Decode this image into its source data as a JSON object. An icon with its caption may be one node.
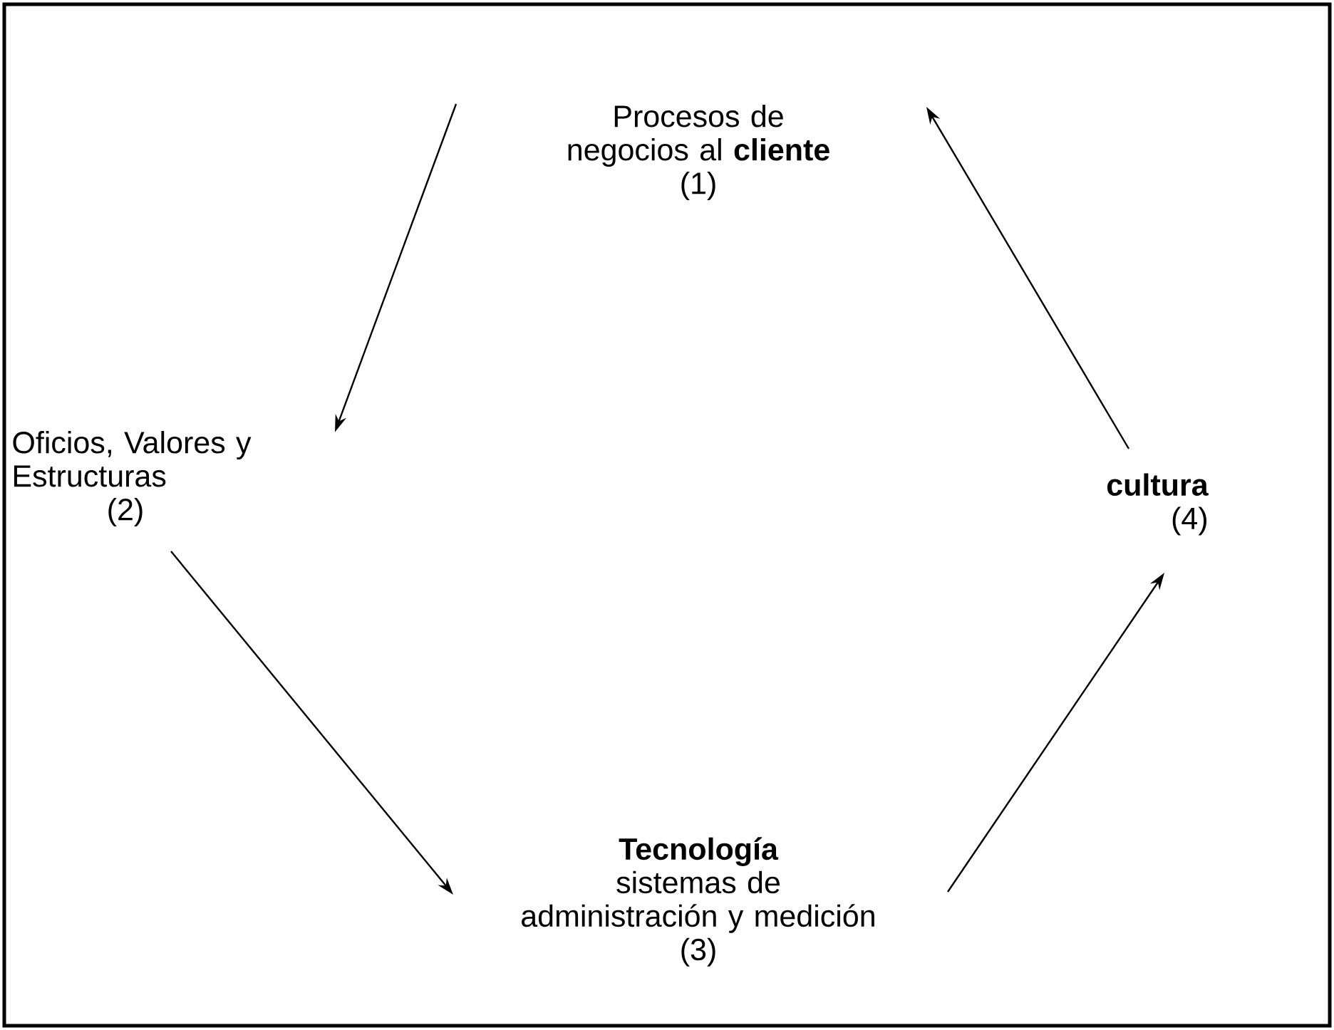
{
  "diagram": {
    "nodes": [
      {
        "text": [
          "Procesos de negocios al **cliente**",
          "(1)"
        ]
      },
      {
        "text": [
          "Oficios, Valores y Estructuras",
          "(2)"
        ]
      },
      {
        "text": [
          "Tecnología",
          "sistemas de administración y medición",
          "(3)"
        ]
      },
      {
        "text": [
          "cultura",
          "(4)"
        ]
      }
    ],
    "edges": [
      {
        "from": 0,
        "to": 1,
        "arrow": "to"
      },
      {
        "from": 1,
        "to": 2,
        "arrow": "to"
      },
      {
        "from": 2,
        "to": 3,
        "arrow": "to"
      },
      {
        "from": 3,
        "to": 0,
        "arrow": "to"
      }
    ]
  }
}
